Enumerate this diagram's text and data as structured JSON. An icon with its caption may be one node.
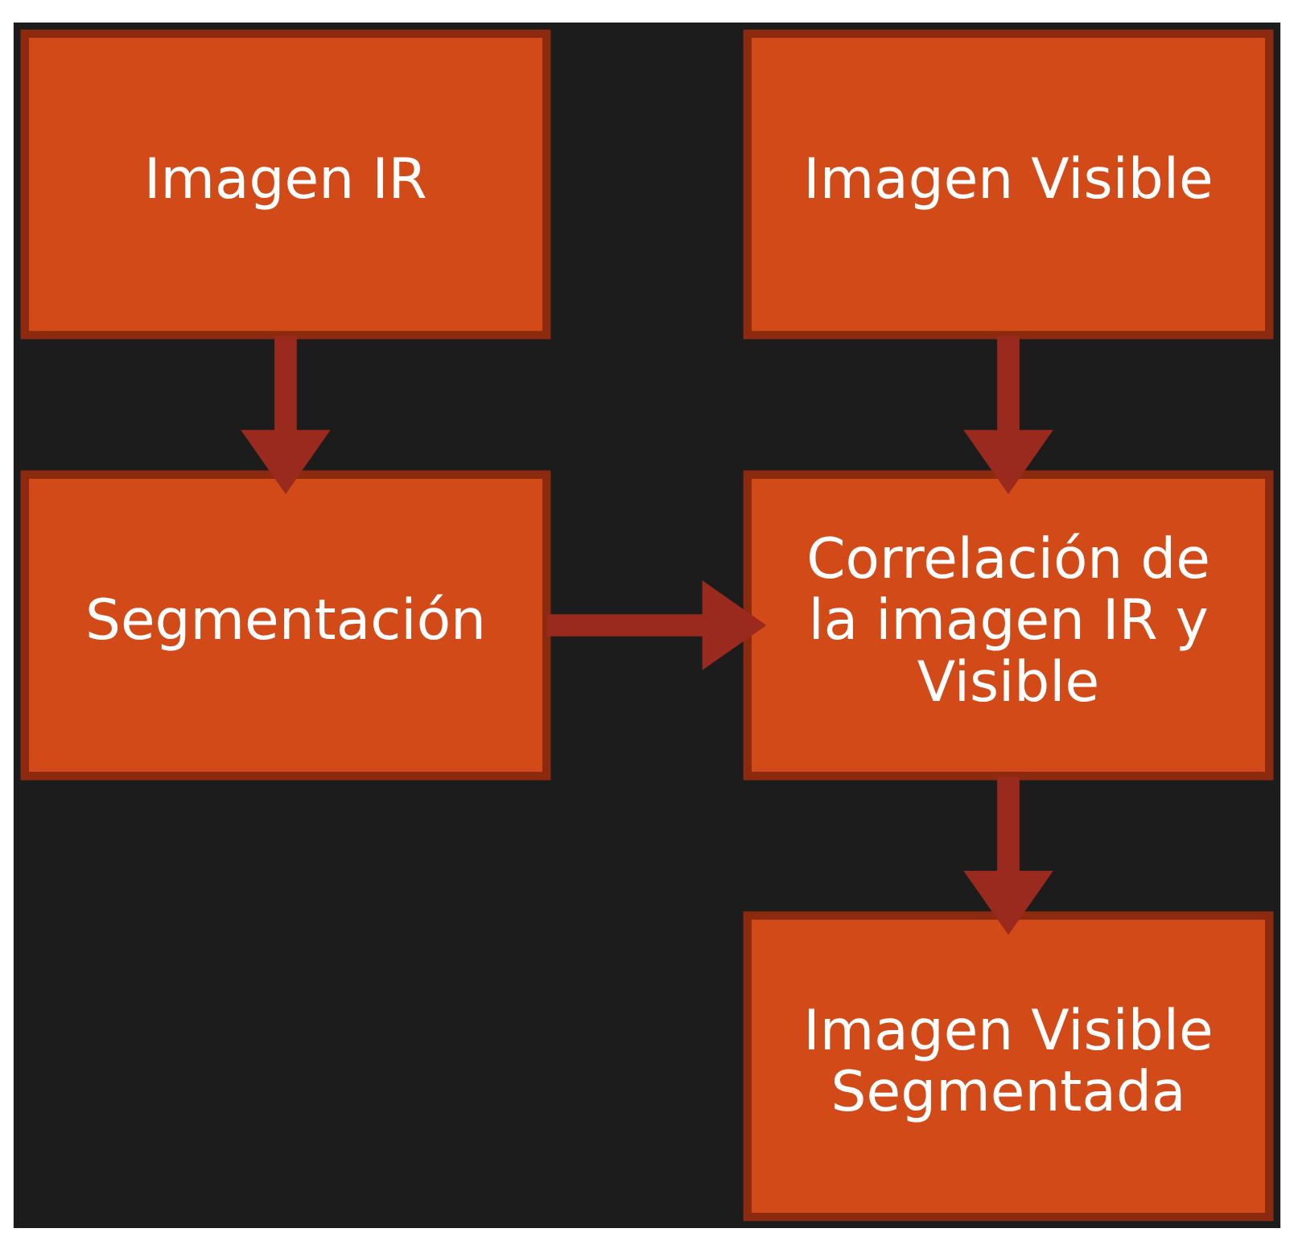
{
  "diagram": {
    "nodes": [
      {
        "text": [
          "Imagen IR"
        ]
      },
      {
        "text": [
          "Segmentación"
        ]
      },
      {
        "text": [
          "Imagen Visible"
        ]
      },
      {
        "text": [
          "Correlación de la imagen IR y Visible"
        ]
      },
      {
        "text": [
          "Imagen Visible Segmentada"
        ]
      }
    ],
    "edges": [
      {
        "from": 0,
        "to": 1,
        "arrow": "to"
      },
      {
        "from": 1,
        "to": 3,
        "arrow": "to"
      },
      {
        "from": 2,
        "to": 3,
        "arrow": "to"
      },
      {
        "from": 3,
        "to": 4,
        "arrow": "to"
      }
    ]
  }
}
